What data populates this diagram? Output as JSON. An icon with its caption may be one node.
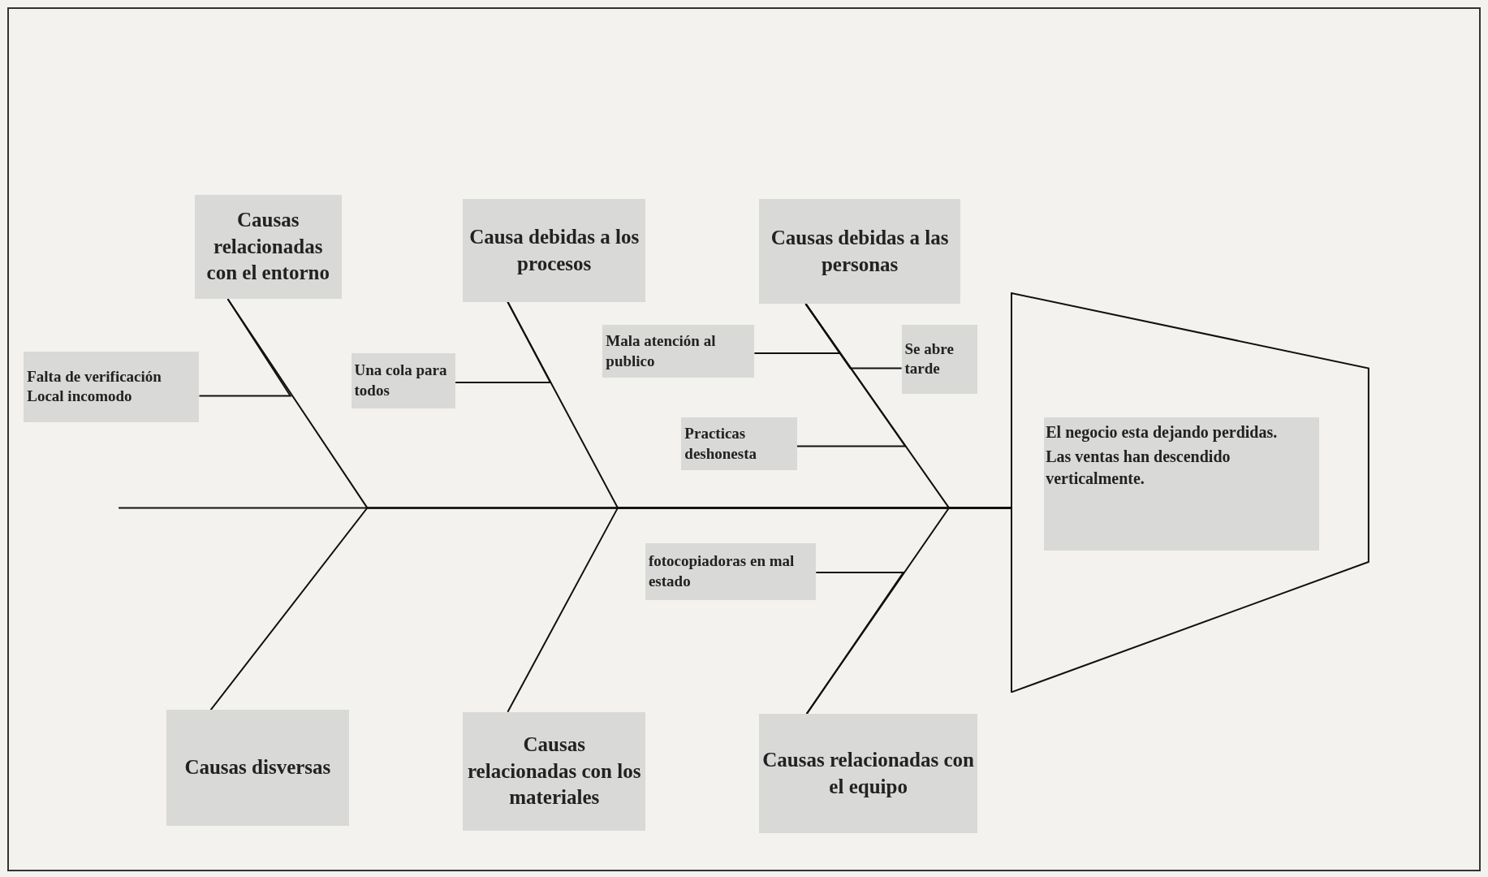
{
  "diagram": {
    "nodes": [
      {
        "text": [
          "Causas relacionadas con el entorno"
        ]
      },
      {
        "text": [
          "Causa debidas a los procesos"
        ]
      },
      {
        "text": [
          "Causas debidas a las personas"
        ]
      },
      {
        "text": [
          "Falta de verificación Local incomodo"
        ]
      },
      {
        "text": [
          "Una cola para todos"
        ]
      },
      {
        "text": [
          "Mala atención al publico"
        ]
      },
      {
        "text": [
          "Se abre tarde"
        ]
      },
      {
        "text": [
          "Practicas deshonesta"
        ]
      },
      {
        "text": [
          "El negocio esta dejando perdidas.",
          "Las ventas han descendido verticalmente."
        ]
      },
      {
        "text": [
          "fotocopiadoras en mal estado"
        ]
      },
      {
        "text": [
          "Causas disversas"
        ]
      },
      {
        "text": [
          "Causas relacionadas con los materiales"
        ]
      },
      {
        "text": [
          "Causas relacionadas con el equipo"
        ]
      }
    ],
    "edges": [
      {
        "from": null,
        "to": 8,
        "arrow": "none"
      },
      {
        "from": 0,
        "to": 8,
        "arrow": "none"
      },
      {
        "from": 1,
        "to": 8,
        "arrow": "none"
      },
      {
        "from": 2,
        "to": 8,
        "arrow": "none"
      },
      {
        "from": 10,
        "to": 8,
        "arrow": "none"
      },
      {
        "from": 11,
        "to": 8,
        "arrow": "none"
      },
      {
        "from": 12,
        "to": 8,
        "arrow": "none"
      },
      {
        "from": 3,
        "to": 0,
        "arrow": "none"
      },
      {
        "from": 4,
        "to": 1,
        "arrow": "none"
      },
      {
        "from": 5,
        "to": 2,
        "arrow": "none"
      },
      {
        "from": 6,
        "to": 2,
        "arrow": "none"
      },
      {
        "from": 7,
        "to": 2,
        "arrow": "none"
      },
      {
        "from": 9,
        "to": 12,
        "arrow": "none"
      }
    ]
  }
}
